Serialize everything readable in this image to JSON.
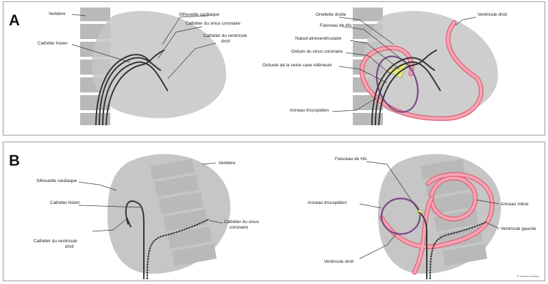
{
  "panel_a": {
    "letter": "A",
    "labels": {
      "vertebre": "Vertèbre",
      "silhouette": "Silhouette cardiaque",
      "sinus": "Cathéter du sinus coronaire",
      "ventricule_cath": [
        "Cathéter du ventricule",
        "droit"
      ],
      "hisien": "Cathéter hisien",
      "oreillette": "Oreillette droite",
      "faisceau": "Faisceau de His",
      "nœud": "Nœud atrioventriculaire",
      "ostium_sinus": "Ostium du sinus coronaire",
      "ostium_veine": "Ostiuole de la veine cave inférieure",
      "anneau": "Anneau tricuspidien",
      "ventricule_droit": "Ventricule droit"
    }
  },
  "panel_b": {
    "letter": "B",
    "labels": {
      "silhouette": "Silhouette cardiaque",
      "vertebre": "Vertèbre",
      "hisien": "Cathéter hisien",
      "ventricule_cath": [
        "Cathéter du ventricule",
        "droit"
      ],
      "sinus": [
        "Cathéter du sinus",
        "coronaire"
      ],
      "faisceau": "Faisceau de His",
      "tricuspide": "Anneau tricuspidien",
      "mitral": "Anneau mitral",
      "ventricule_gauche": "Ventricule gauche",
      "ventricule_droit": "Ventricule droit"
    }
  },
  "credit": "© Martine Nantais",
  "colors": {
    "heart": "#c8c8c8",
    "vertebra": "#b8b8b8",
    "catheter": "#333333",
    "ventricle": "#f08a9a",
    "annulus": "#7a4f85",
    "node": "#e6e87a"
  }
}
